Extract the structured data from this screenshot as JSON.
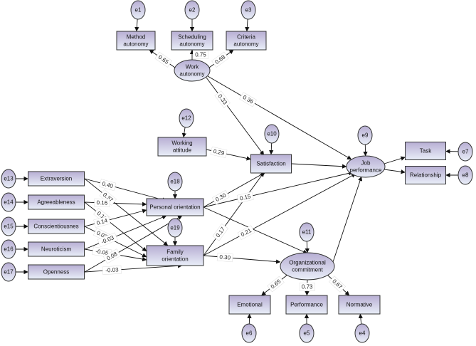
{
  "diagram": {
    "type": "structural-equation-model",
    "nodes": [
      {
        "id": "e1",
        "label": "e1",
        "kind": "error"
      },
      {
        "id": "e2",
        "label": "e2",
        "kind": "error"
      },
      {
        "id": "e3",
        "label": "e3",
        "kind": "error"
      },
      {
        "id": "method",
        "label": [
          "Method",
          "autonomy"
        ],
        "kind": "observed"
      },
      {
        "id": "scheduling",
        "label": [
          "Scheduling",
          "autonomy"
        ],
        "kind": "observed"
      },
      {
        "id": "criteria",
        "label": [
          "Criteria",
          "autonomy"
        ],
        "kind": "observed"
      },
      {
        "id": "work",
        "label": [
          "Work",
          "autonomy"
        ],
        "kind": "latent"
      },
      {
        "id": "e12",
        "label": "e12",
        "kind": "error"
      },
      {
        "id": "working",
        "label": [
          "Working",
          "attitude"
        ],
        "kind": "observed"
      },
      {
        "id": "e10",
        "label": "e10",
        "kind": "error"
      },
      {
        "id": "satisfaction",
        "label": [
          "Satisfaction"
        ],
        "kind": "observed"
      },
      {
        "id": "e9",
        "label": "e9",
        "kind": "error"
      },
      {
        "id": "job",
        "label": [
          "Job",
          "performance"
        ],
        "kind": "latent"
      },
      {
        "id": "task",
        "label": [
          "Task"
        ],
        "kind": "observed"
      },
      {
        "id": "relationship",
        "label": [
          "Relationship"
        ],
        "kind": "observed"
      },
      {
        "id": "e7",
        "label": "e7",
        "kind": "error"
      },
      {
        "id": "e8",
        "label": "e8",
        "kind": "error"
      },
      {
        "id": "e13",
        "label": "e13",
        "kind": "error"
      },
      {
        "id": "e14",
        "label": "e14",
        "kind": "error"
      },
      {
        "id": "e15",
        "label": "e15",
        "kind": "error"
      },
      {
        "id": "e16",
        "label": "e16",
        "kind": "error"
      },
      {
        "id": "e17",
        "label": "e17",
        "kind": "error"
      },
      {
        "id": "extraversion",
        "label": [
          "Extraversion"
        ],
        "kind": "observed"
      },
      {
        "id": "agreeableness",
        "label": [
          "Agreeableness"
        ],
        "kind": "observed"
      },
      {
        "id": "conscientiousness",
        "label": [
          "Conscientiousnes"
        ],
        "kind": "observed"
      },
      {
        "id": "neuroticism",
        "label": [
          "Neuroticism"
        ],
        "kind": "observed"
      },
      {
        "id": "openness",
        "label": [
          "Openness"
        ],
        "kind": "observed"
      },
      {
        "id": "e18",
        "label": "e18",
        "kind": "error"
      },
      {
        "id": "personal",
        "label": [
          "Personal orientation"
        ],
        "kind": "observed"
      },
      {
        "id": "e19",
        "label": "e19",
        "kind": "error"
      },
      {
        "id": "family",
        "label": [
          "Family",
          "orientation"
        ],
        "kind": "observed"
      },
      {
        "id": "e11",
        "label": "e11",
        "kind": "error"
      },
      {
        "id": "org",
        "label": [
          "Organizational",
          "commitment"
        ],
        "kind": "latent"
      },
      {
        "id": "emotional",
        "label": [
          "Emotional"
        ],
        "kind": "observed"
      },
      {
        "id": "performance",
        "label": [
          "Performance"
        ],
        "kind": "observed"
      },
      {
        "id": "normative",
        "label": [
          "Normative"
        ],
        "kind": "observed"
      },
      {
        "id": "e6",
        "label": "e6",
        "kind": "error"
      },
      {
        "id": "e5",
        "label": "e5",
        "kind": "error"
      },
      {
        "id": "e4",
        "label": "e4",
        "kind": "error"
      }
    ],
    "edges": [
      {
        "from": "e1",
        "to": "method"
      },
      {
        "from": "e2",
        "to": "scheduling"
      },
      {
        "from": "e3",
        "to": "criteria"
      },
      {
        "from": "work",
        "to": "method",
        "coef": "0.65"
      },
      {
        "from": "work",
        "to": "scheduling",
        "coef": "0.75"
      },
      {
        "from": "work",
        "to": "criteria",
        "coef": "0.68"
      },
      {
        "from": "work",
        "to": "job",
        "coef": "0.36"
      },
      {
        "from": "work",
        "to": "satisfaction",
        "coef": "0.33"
      },
      {
        "from": "e12",
        "to": "working"
      },
      {
        "from": "working",
        "to": "satisfaction",
        "coef": "0.29"
      },
      {
        "from": "e10",
        "to": "satisfaction"
      },
      {
        "from": "satisfaction",
        "to": "job"
      },
      {
        "from": "e9",
        "to": "job"
      },
      {
        "from": "job",
        "to": "task"
      },
      {
        "from": "job",
        "to": "relationship"
      },
      {
        "from": "e7",
        "to": "task"
      },
      {
        "from": "e8",
        "to": "relationship"
      },
      {
        "from": "e13",
        "to": "extraversion"
      },
      {
        "from": "e14",
        "to": "agreeableness"
      },
      {
        "from": "e15",
        "to": "conscientiousness"
      },
      {
        "from": "e16",
        "to": "neuroticism"
      },
      {
        "from": "e17",
        "to": "openness"
      },
      {
        "from": "extraversion",
        "to": "personal",
        "coef": "0.40"
      },
      {
        "from": "extraversion",
        "to": "family",
        "coef": "0.37"
      },
      {
        "from": "agreeableness",
        "to": "personal",
        "coef": "0.16"
      },
      {
        "from": "agreeableness",
        "to": "family",
        "coef": "0.13"
      },
      {
        "from": "conscientiousness",
        "to": "personal",
        "coef": "0.14"
      },
      {
        "from": "conscientiousness",
        "to": "family",
        "coef": "0.03"
      },
      {
        "from": "neuroticism",
        "to": "personal",
        "coef": "-0.03"
      },
      {
        "from": "neuroticism",
        "to": "family",
        "coef": "-0.05"
      },
      {
        "from": "openness",
        "to": "personal",
        "coef": "0.08"
      },
      {
        "from": "openness",
        "to": "family",
        "coef": "-0.03"
      },
      {
        "from": "e18",
        "to": "personal"
      },
      {
        "from": "e19",
        "to": "family"
      },
      {
        "from": "personal",
        "to": "satisfaction",
        "coef": "0.30"
      },
      {
        "from": "personal",
        "to": "job",
        "coef": "0.15"
      },
      {
        "from": "personal",
        "to": "org"
      },
      {
        "from": "family",
        "to": "satisfaction",
        "coef": "0.17"
      },
      {
        "from": "family",
        "to": "job",
        "coef": "0.21"
      },
      {
        "from": "family",
        "to": "org",
        "coef": "0.30"
      },
      {
        "from": "e11",
        "to": "org"
      },
      {
        "from": "org",
        "to": "job"
      },
      {
        "from": "org",
        "to": "emotional",
        "coef": "0.65"
      },
      {
        "from": "org",
        "to": "performance",
        "coef": "0.73"
      },
      {
        "from": "org",
        "to": "normative",
        "coef": "0.67"
      },
      {
        "from": "e6",
        "to": "emotional"
      },
      {
        "from": "e5",
        "to": "performance"
      },
      {
        "from": "e4",
        "to": "normative"
      }
    ]
  },
  "colors": {
    "fill_top": "#b7aed3",
    "fill_bottom": "#e9eef8",
    "stroke": "#333333",
    "edge": "#111111"
  }
}
